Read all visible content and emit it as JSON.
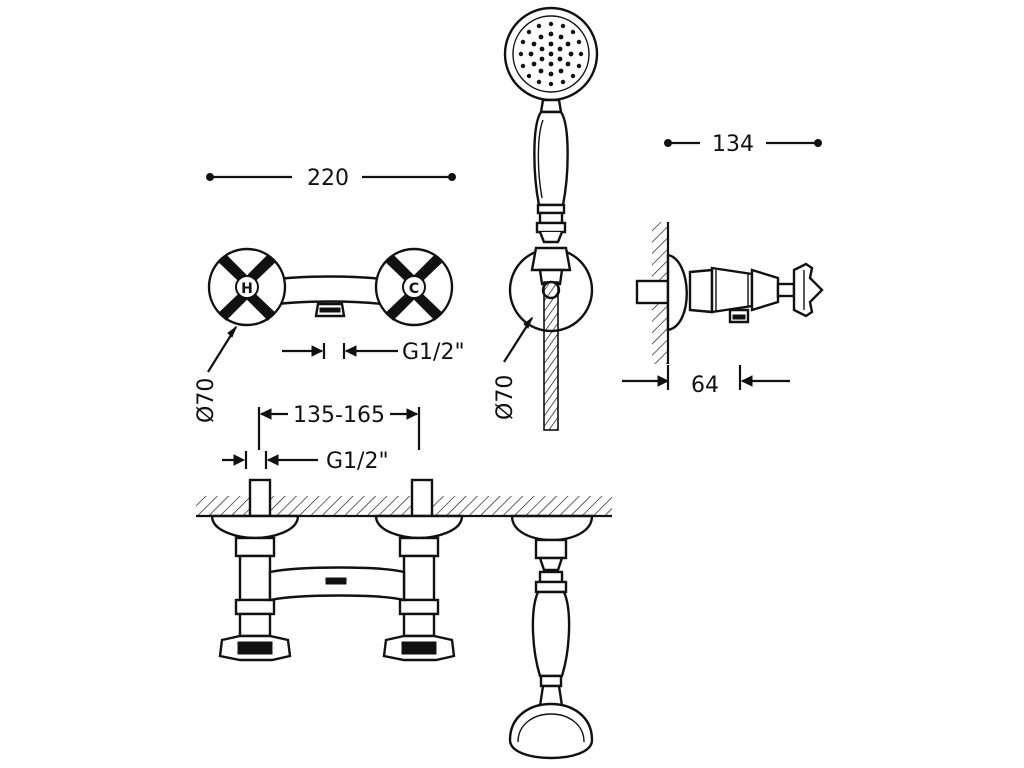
{
  "dimensions": {
    "top_width": "220",
    "side_width": "134",
    "side_depth": "64",
    "handle_diameter": "Ø70",
    "holder_diameter": "Ø70",
    "top_thread": "G1/2\"",
    "center_distance": "135-165",
    "bottom_thread": "G1/2\""
  },
  "handle_marks": {
    "hot": "H",
    "cold": "C"
  }
}
